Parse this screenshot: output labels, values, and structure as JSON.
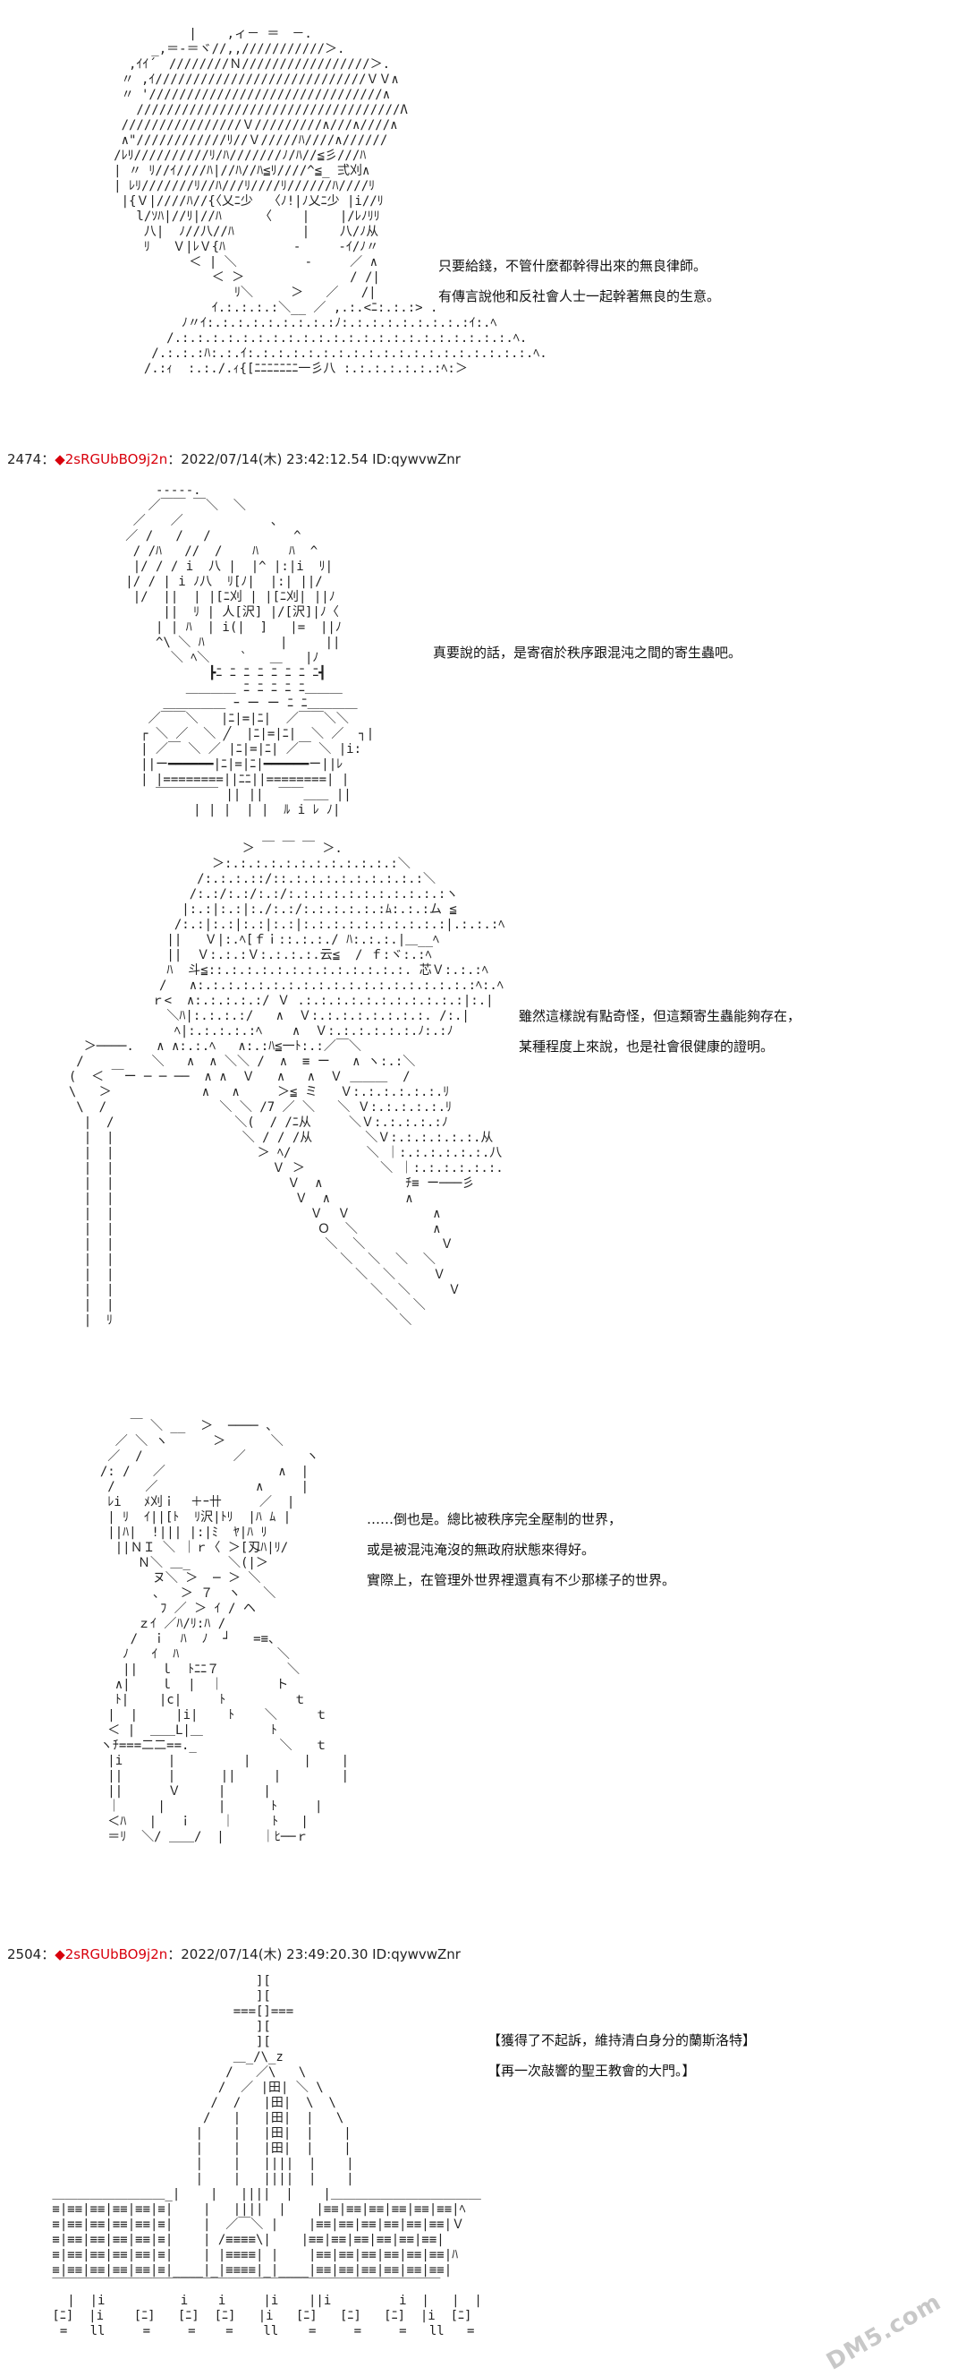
{
  "panels": [
    {
      "lines": [
        "只要給錢，不管什麼都幹得出來的無良律師。",
        "有傳言說他和反社會人士一起幹著無良的生意。"
      ]
    },
    {
      "header": {
        "number": "2474",
        "separator": "：",
        "trip": "◆2sRGUbBO9j2n",
        "meta": "：2022/07/14(木) 23:42:12.54 ID:qywvwZnr"
      },
      "lines": [
        "真要說的話，是寄宿於秩序跟混沌之間的寄生蟲吧。"
      ]
    },
    {
      "lines": [
        "雖然這樣說有點奇怪，但這類寄生蟲能夠存在，",
        "某種程度上來說，也是社會很健康的證明。"
      ]
    },
    {
      "lines": [
        "……倒也是。總比被秩序完全壓制的世界，",
        "或是被混沌淹沒的無政府狀態來得好。",
        "實際上，在管理外世界裡還真有不少那樣子的世界。"
      ]
    },
    {
      "header": {
        "number": "2504",
        "separator": "：",
        "trip": "◆2sRGUbBO9j2n",
        "meta": "：2022/07/14(木) 23:49:20.30 ID:qywvwZnr"
      },
      "lines": [
        "【獲得了不起訴，維持清白身分的蘭斯洛特】",
        "【再一次敲響的聖王教會的大門。】"
      ]
    }
  ],
  "watermark": "DM5.com"
}
